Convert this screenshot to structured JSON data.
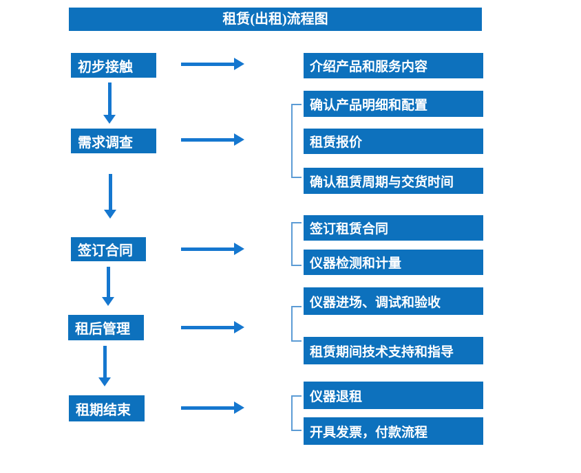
{
  "title": "租赁(出租)流程图",
  "colors": {
    "box_blue": "#0d71bd",
    "arrow_blue": "#1577cf",
    "bracket_blue": "#5b9bd5",
    "text_white": "#ffffff",
    "page_bg": "#ffffff"
  },
  "flow": {
    "steps": [
      {
        "label": "初步接触"
      },
      {
        "label": "需求调查"
      },
      {
        "label": "签订合同"
      },
      {
        "label": "租后管理"
      },
      {
        "label": "租期结束"
      }
    ],
    "details": [
      {
        "label": "介绍产品和服务内容"
      },
      {
        "label": "确认产品明细和配置"
      },
      {
        "label": "租赁报价"
      },
      {
        "label": "确认租赁周期与交货时间"
      },
      {
        "label": "签订租赁合同"
      },
      {
        "label": "仪器检测和计量"
      },
      {
        "label": "仪器进场、调试和验收"
      },
      {
        "label": "租赁期间技术支持和指导"
      },
      {
        "label": "仪器退租"
      },
      {
        "label": "开具发票，付款流程"
      }
    ]
  }
}
